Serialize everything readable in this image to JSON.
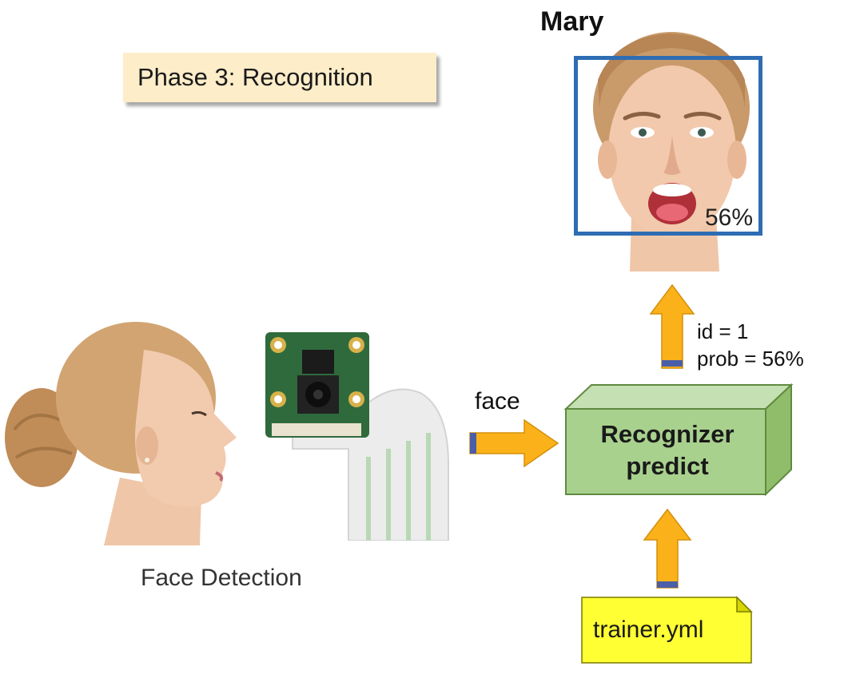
{
  "phase_label": "Phase 3: Recognition",
  "recognized_name": "Mary",
  "confidence_overlay": "56%",
  "prediction_output": {
    "id_line": "id = 1",
    "prob_line": "prob = 56%"
  },
  "input_label": "face",
  "recognizer": {
    "line1": "Recognizer",
    "line2": "predict"
  },
  "model_file": "trainer.yml",
  "detection_caption": "Face Detection",
  "colors": {
    "phase_box": "#fdedc9",
    "detect_box_border": "#2e6db3",
    "arrow_fill": "#fbb21a",
    "arrow_edge": "#4a5fa8",
    "recognizer_fill": "#a9d18e",
    "recognizer_edge": "#5f8a3f",
    "note_fill": "#ffff33"
  }
}
